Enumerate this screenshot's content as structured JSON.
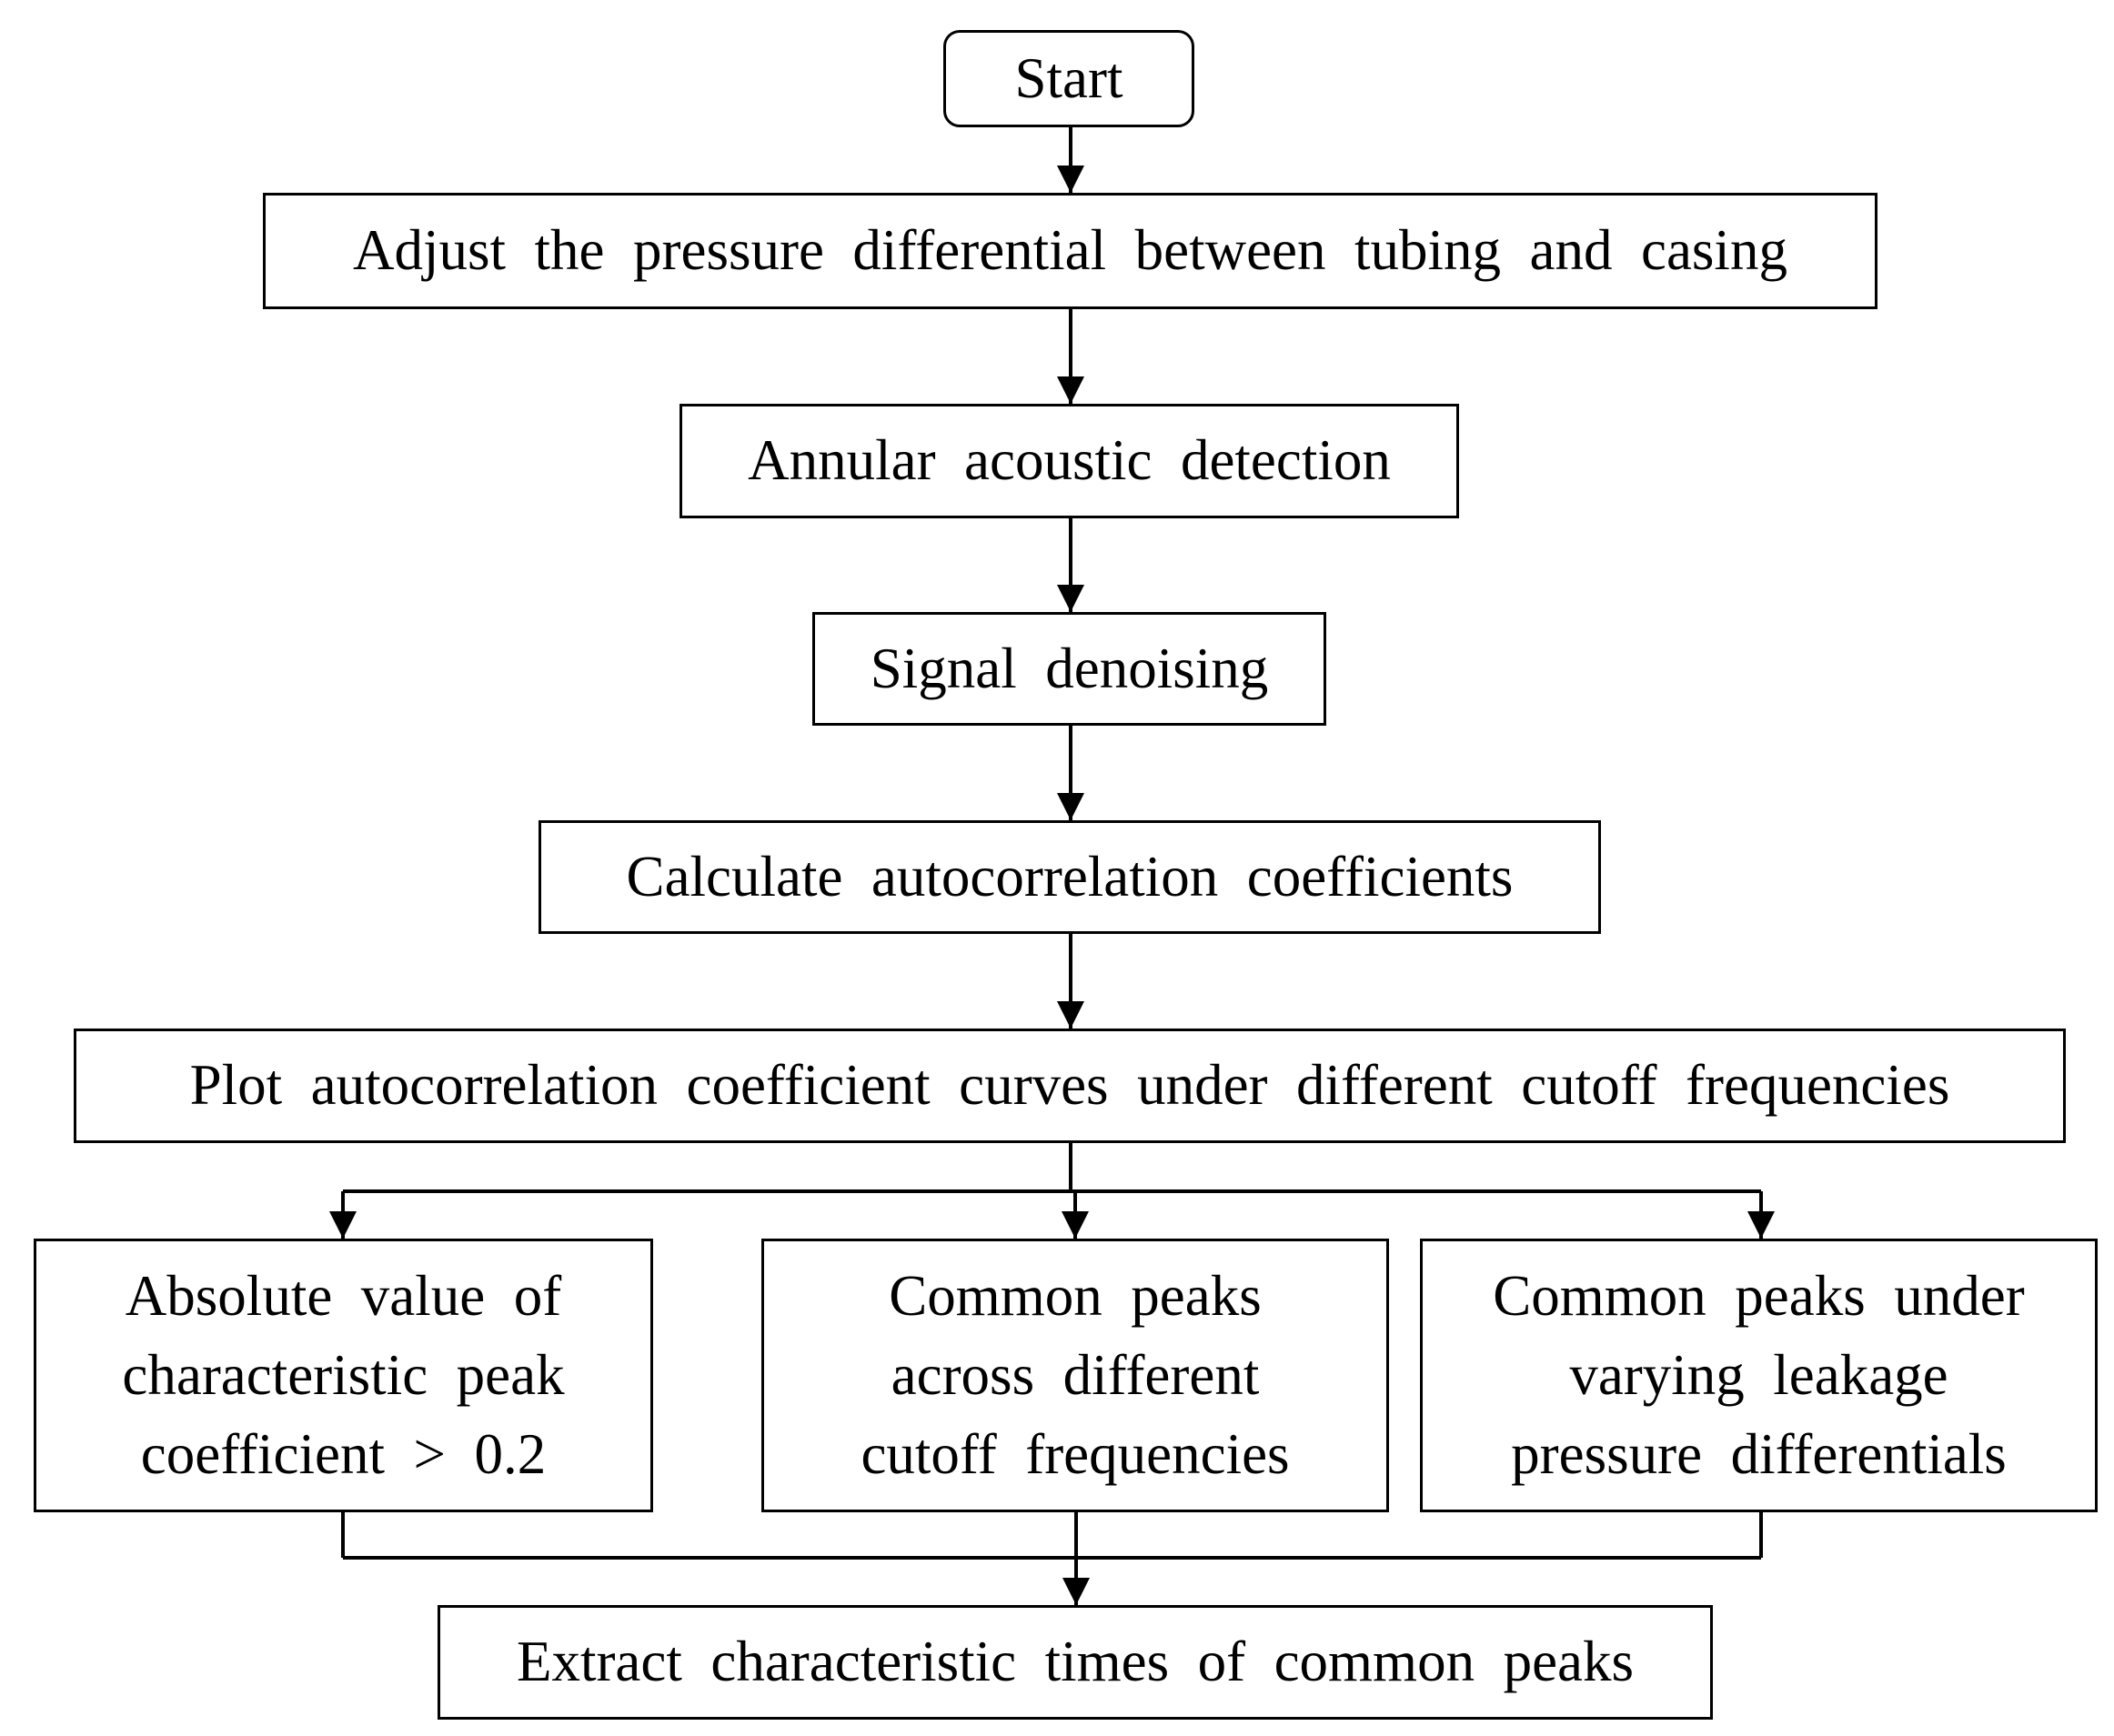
{
  "nodes": {
    "start": "Start",
    "adjust": "Adjust the pressure differential between tubing and casing",
    "detection": "Annular acoustic detection",
    "denoise": "Signal denoising",
    "calculate": "Calculate autocorrelation coefficients",
    "plot": "Plot autocorrelation coefficient curves under different cutoff frequencies",
    "criterion_abs": [
      "Absolute value of",
      "characteristic peak",
      "coefficient > 0.2"
    ],
    "criterion_cutoff": [
      "Common peaks",
      "across different",
      "cutoff frequencies"
    ],
    "criterion_pressure": [
      "Common peaks under",
      "varying leakage",
      "pressure differentials"
    ],
    "extract": "Extract characteristic times of common peaks"
  },
  "colors": {
    "stroke": "#000000",
    "fill": "#ffffff"
  }
}
